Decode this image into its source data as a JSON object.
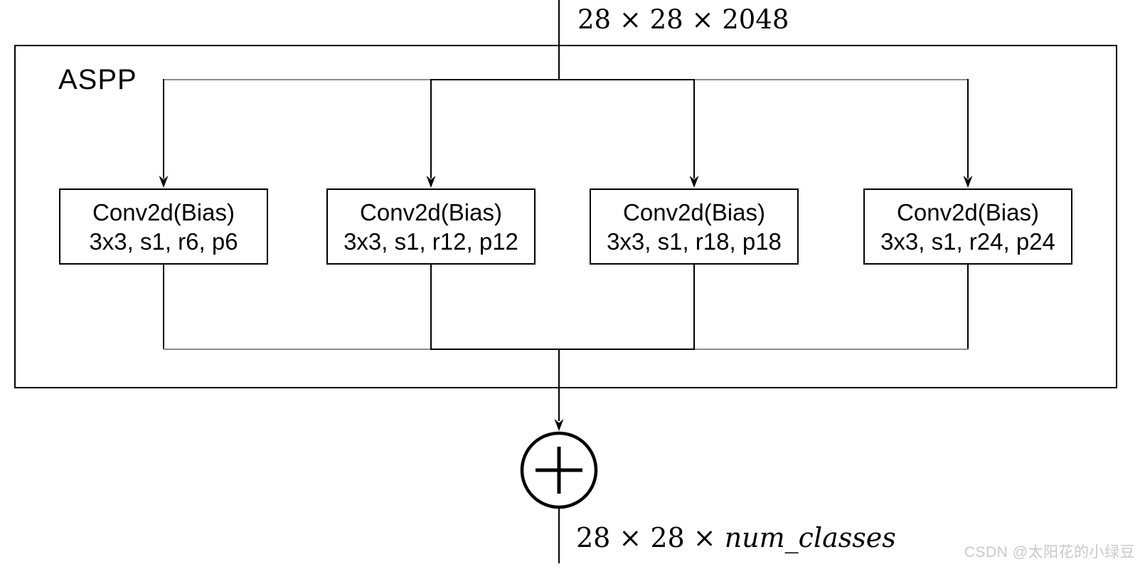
{
  "diagram": {
    "input_label": "28 × 28 × 2048",
    "container_label": "ASPP",
    "conv_boxes": [
      {
        "line1": "Conv2d(Bias)",
        "line2": "3x3, s1, r6, p6"
      },
      {
        "line1": "Conv2d(Bias)",
        "line2": "3x3, s1, r12, p12"
      },
      {
        "line1": "Conv2d(Bias)",
        "line2": "3x3, s1, r18, p18"
      },
      {
        "line1": "Conv2d(Bias)",
        "line2": "3x3, s1, r24, p24"
      }
    ],
    "merge_node": "plus (element-wise add)",
    "output_label_prefix": "28 × 28 × ",
    "output_label_var": "num_classes",
    "watermark": "CSDN @太阳花的小绿豆"
  },
  "colors": {
    "line_black": "#000000",
    "line_gray": "#8c8c8c",
    "watermark_gray": "#c9c9c9"
  }
}
